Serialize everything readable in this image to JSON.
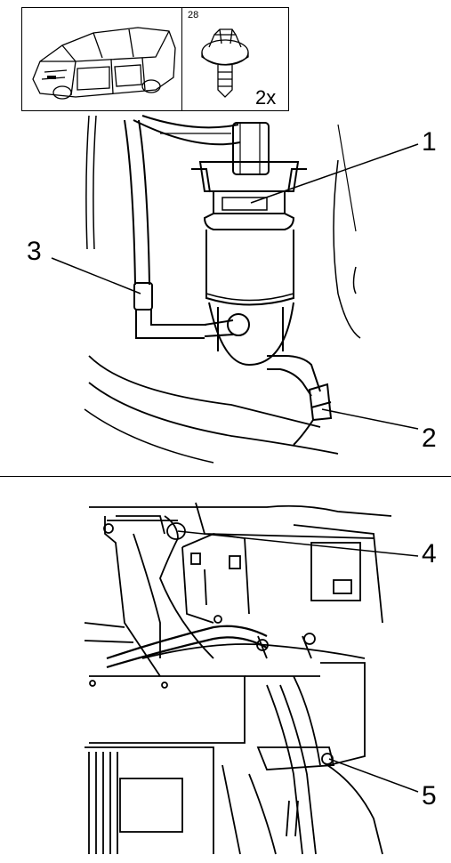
{
  "inset": {
    "part_number": "28",
    "quantity": "2x"
  },
  "callouts": {
    "c1": "1",
    "c2": "2",
    "c3": "3",
    "c4": "4",
    "c5": "5"
  }
}
